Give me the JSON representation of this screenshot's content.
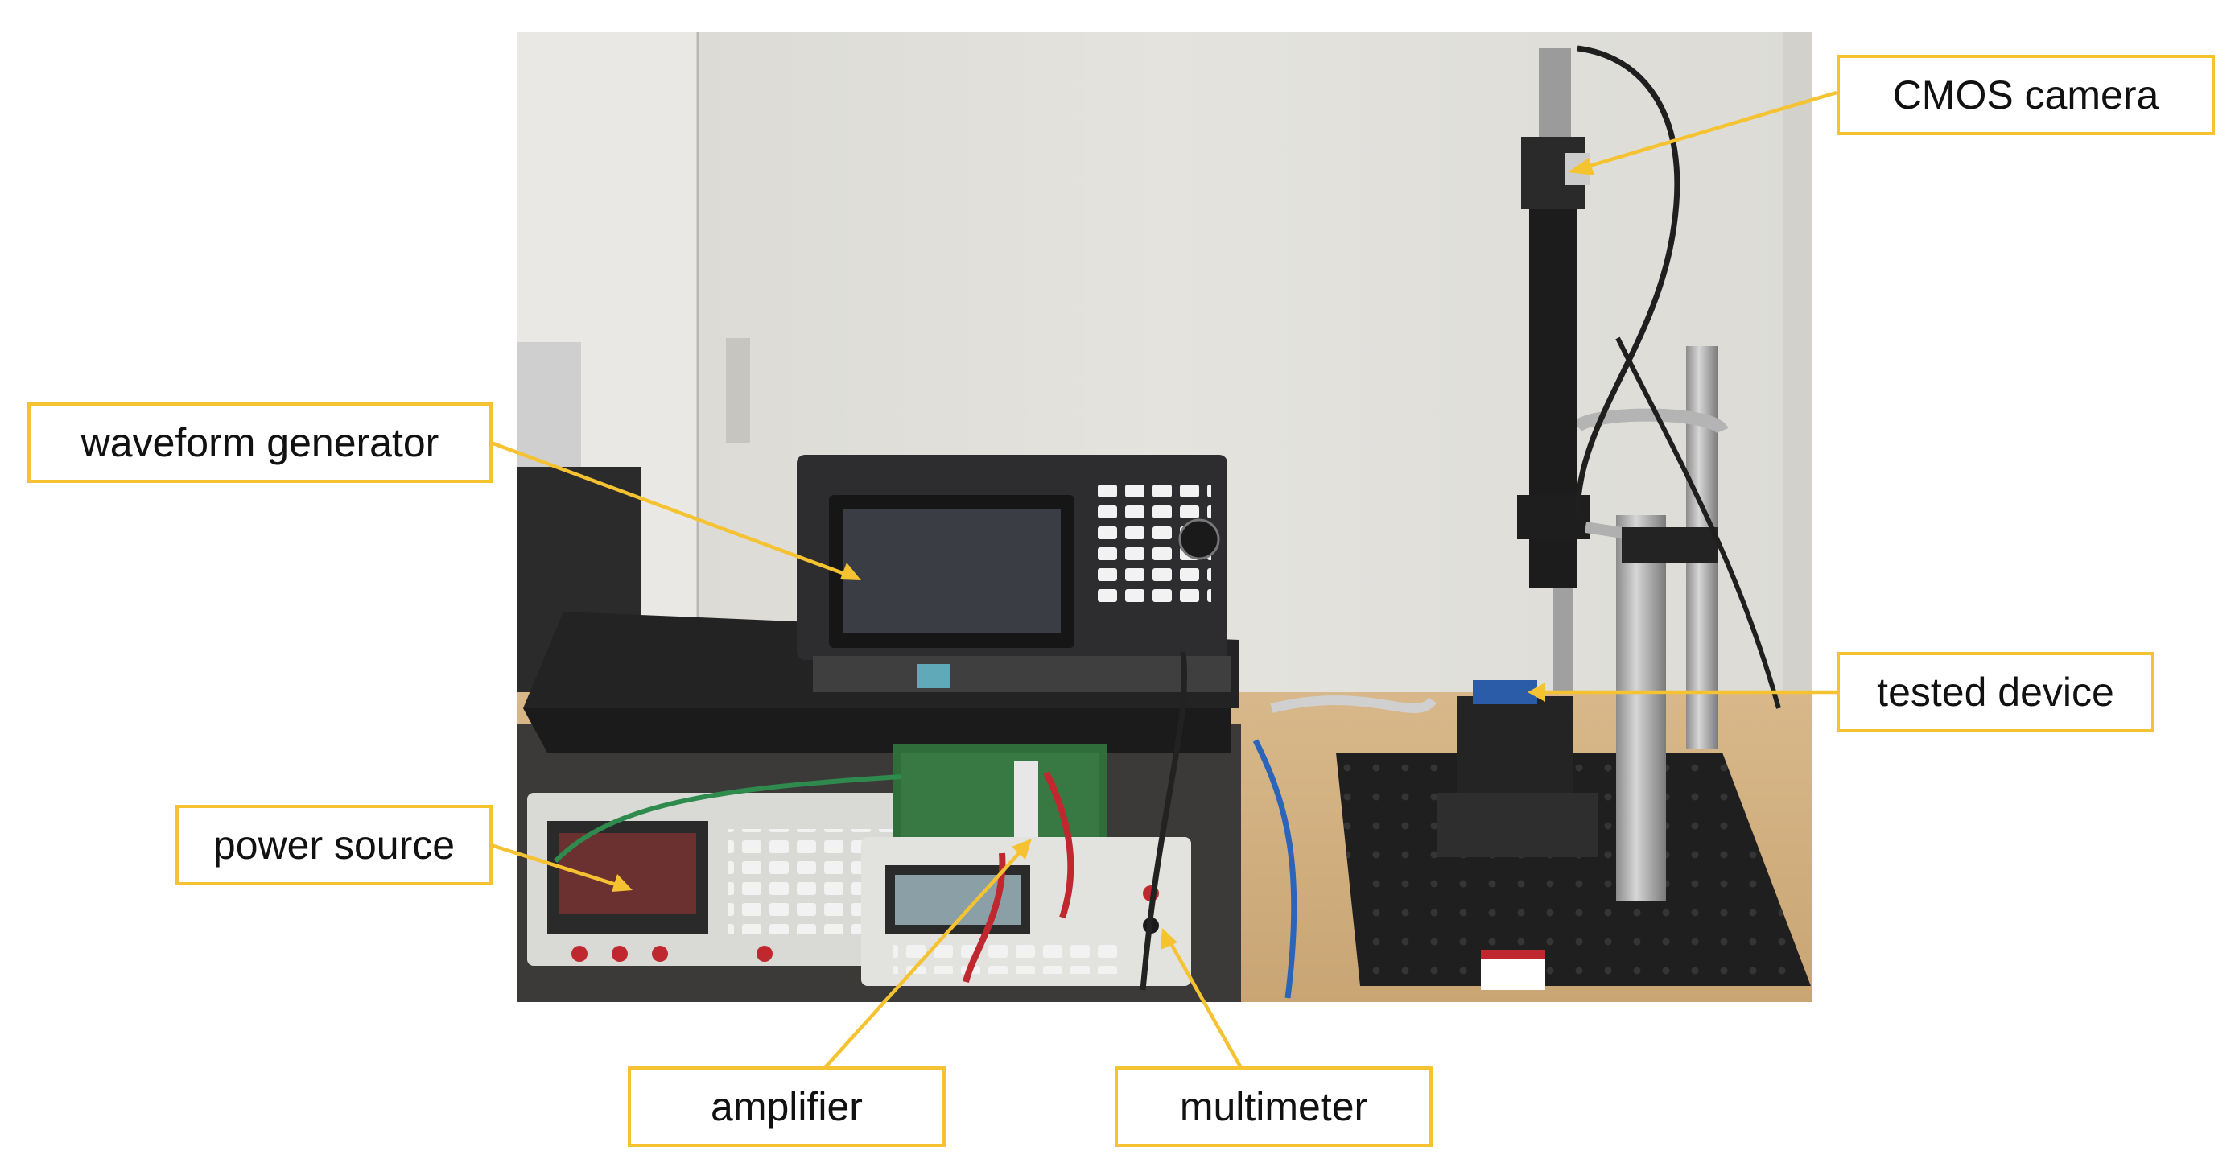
{
  "figure": {
    "photo_description_icon": "lab-bench-photo",
    "accent_color": "#F5C232",
    "labels": {
      "cmos_camera": "CMOS camera",
      "waveform_generator": "waveform generator",
      "tested_device": "tested device",
      "power_source": "power source",
      "amplifier": "amplifier",
      "multimeter": "multimeter"
    }
  }
}
